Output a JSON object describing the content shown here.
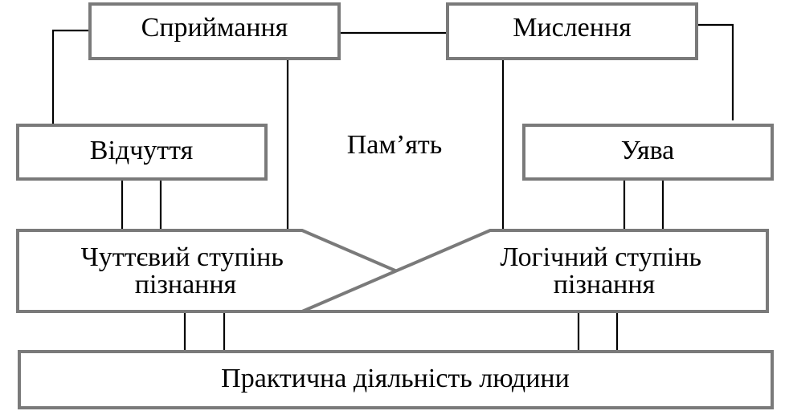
{
  "nodes": {
    "perception": "Сприймання",
    "thinking": "Мислення",
    "sensation": "Відчуття",
    "memory": "Пам’ять",
    "imagination": "Уява",
    "sensory_stage_line1": "Чуттєвий ступінь",
    "sensory_stage_line2": "пізнання",
    "logical_stage_line1": "Логічний ступінь",
    "logical_stage_line2": "пізнання",
    "practice": "Практична діяльність людини"
  },
  "colors": {
    "box_border": "#7a7a7a",
    "connector": "#000000",
    "background": "#ffffff"
  }
}
